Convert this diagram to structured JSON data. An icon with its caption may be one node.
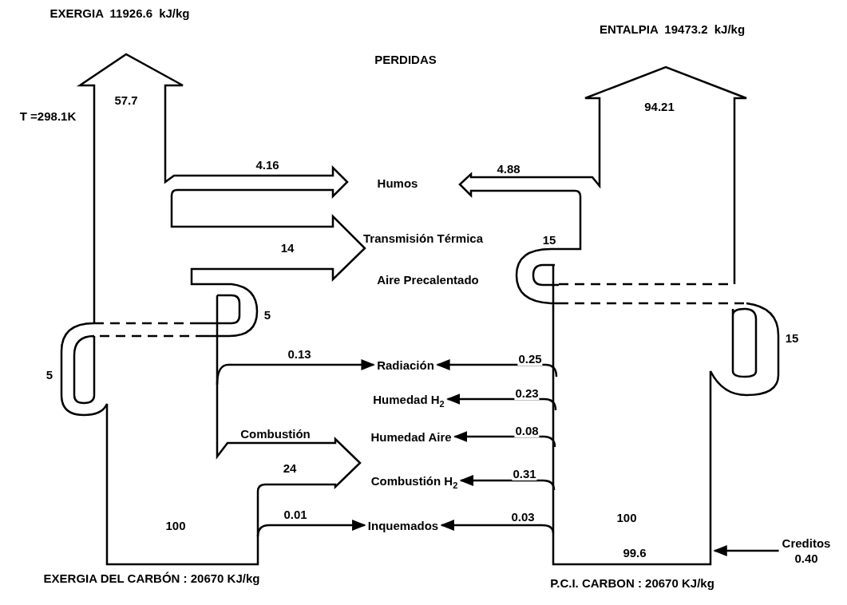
{
  "diagram": {
    "nodes": [
      {
        "text": [
          "Humos"
        ]
      },
      {
        "text": [
          "Transmisión Térmica"
        ]
      },
      {
        "text": [
          "Aire Precalentado"
        ]
      },
      {
        "text": [
          "Radiación"
        ]
      },
      {
        "text": [
          "Humedad H$_{2}$"
        ]
      },
      {
        "text": [
          "Humedad Aire"
        ]
      },
      {
        "text": [
          "Combustión H$_{2}$"
        ]
      },
      {
        "text": [
          "Inquemados"
        ]
      },
      {
        "text": [
          "Creditos",
          "0.40"
        ]
      }
    ],
    "edges": [
      {
        "from": null,
        "to": 3,
        "arrow": "to",
        "label": "0.13"
      },
      {
        "from": null,
        "to": 7,
        "arrow": "to",
        "label": "0.01"
      },
      {
        "from": null,
        "to": 3,
        "arrow": "to",
        "label": "0.25"
      },
      {
        "from": null,
        "to": 4,
        "arrow": "to",
        "label": "0.23"
      },
      {
        "from": null,
        "to": 5,
        "arrow": "to",
        "label": "0.08"
      },
      {
        "from": null,
        "to": 6,
        "arrow": "to",
        "label": "0.31"
      },
      {
        "from": null,
        "to": 7,
        "arrow": "to",
        "label": "0.03"
      },
      {
        "from": 8,
        "to": null,
        "arrow": "to"
      }
    ],
    "labels": [
      "EXERGIA 11926.6 kJ/kg",
      "ENTALPIA 19473.2 kJ/kg",
      "PERDIDAS",
      "57.7",
      "94.21",
      "T =298.1K",
      "4.16",
      "4.88",
      "14",
      "15",
      "5",
      "15",
      "5",
      "Combustión",
      "24",
      "100",
      "100",
      "99.6",
      "EXERGIA DEL CARBÓN : 20670 KJ/kg",
      "P.C.I. CARBON : 20670 KJ/kg"
    ]
  }
}
